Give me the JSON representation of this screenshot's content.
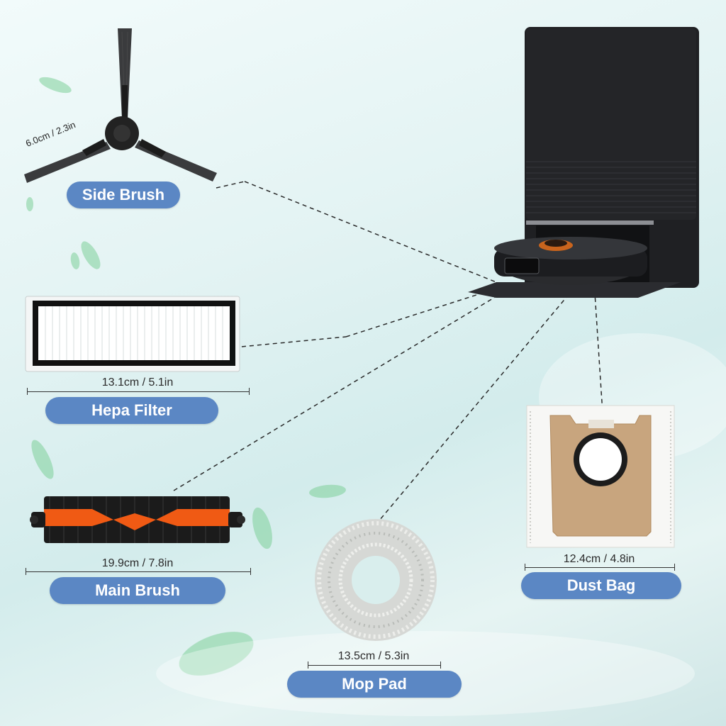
{
  "products": [
    {
      "name": "Side Brush",
      "dimension": "6.0cm / 2.3in"
    },
    {
      "name": "Hepa Filter",
      "dimension": "13.1cm / 5.1in"
    },
    {
      "name": "Main Brush",
      "dimension": "19.9cm / 7.8in"
    },
    {
      "name": "Mop Pad",
      "dimension": "13.5cm / 5.3in"
    },
    {
      "name": "Dust Bag",
      "dimension": "12.4cm / 4.8in"
    }
  ],
  "colors": {
    "label_pill": "#5b87c4",
    "station": "#1f2023",
    "main_brush_accent": "#f05a14",
    "dust_bag_card": "#c8a57e"
  }
}
